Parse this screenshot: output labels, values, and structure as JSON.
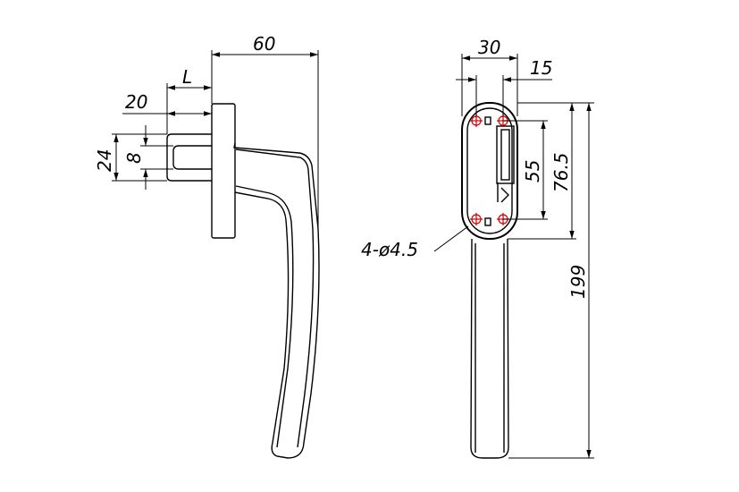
{
  "side_view": {
    "dim_60": "60",
    "dim_L": "L",
    "dim_20": "20",
    "dim_24": "24",
    "dim_8": "8"
  },
  "front_view": {
    "dim_30": "30",
    "dim_15": "15",
    "dim_55": "55",
    "dim_76_5": "76.5",
    "dim_199": "199",
    "hole_callout": "4-ø4.5"
  }
}
